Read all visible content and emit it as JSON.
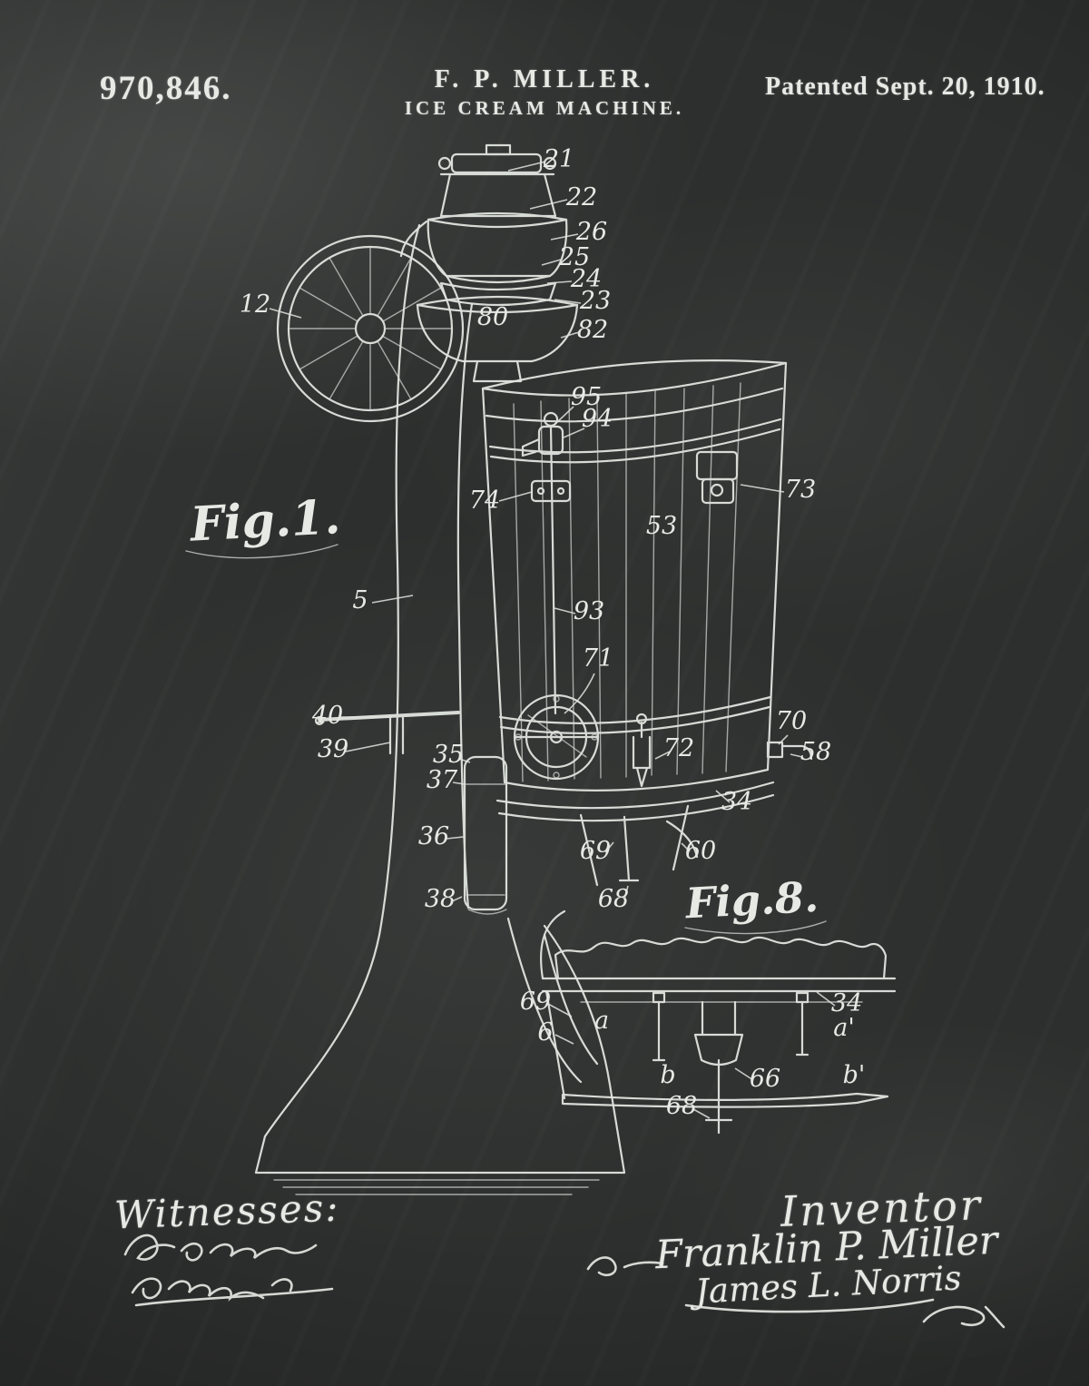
{
  "poster": {
    "patent_number": "970,846.",
    "inventor_header": "F. P. MILLER.",
    "title": "ICE CREAM MACHINE.",
    "patent_date": "Patented Sept. 20, 1910.",
    "fig1_label": "Fig.1.",
    "fig8_label": "Fig.8.",
    "witnesses_label": "Witnesses:",
    "inventor_label": "Inventor",
    "inventor_signature": "Franklin P. Miller",
    "attorney_signature": "James L. Norris",
    "colors": {
      "background": "#2d2f2e",
      "chalk": "#e6e9e4"
    },
    "part_labels": [
      "21",
      "22",
      "26",
      "25",
      "24",
      "23",
      "80",
      "82",
      "12",
      "95",
      "94",
      "74",
      "73",
      "53",
      "5",
      "93",
      "71",
      "40",
      "39",
      "35",
      "37",
      "36",
      "38",
      "72",
      "70",
      "58",
      "34",
      "60",
      "69",
      "68",
      "69",
      "6",
      "34",
      "a",
      "a'",
      "b",
      "b'",
      "66",
      "68"
    ]
  }
}
